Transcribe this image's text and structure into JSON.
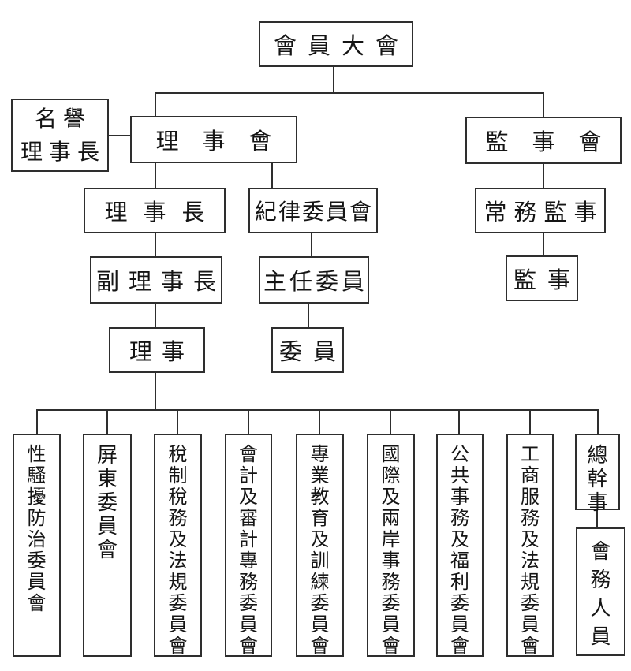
{
  "org_chart": {
    "root": {
      "label": "會員大會"
    },
    "honorary_chairman": {
      "line1": "名譽",
      "line2": "理事長"
    },
    "board_of_directors": {
      "label": "理事會"
    },
    "board_of_supervisors": {
      "label": "監事會"
    },
    "chairman": {
      "label": "理事長"
    },
    "discipline_committee": {
      "label": "紀律委員會"
    },
    "standing_supervisor": {
      "label": "常務監事"
    },
    "vice_chairman": {
      "label": "副理事長"
    },
    "chief_commissioner": {
      "label": "主任委員"
    },
    "supervisor": {
      "label": "監事"
    },
    "director": {
      "label": "理事"
    },
    "commissioner": {
      "label": "委員"
    },
    "committees": [
      {
        "label": "性騷擾防治委員會"
      },
      {
        "label": "屏東委員會"
      },
      {
        "label": "稅制稅務及法規委員會"
      },
      {
        "label": "會計及審計專務委員會"
      },
      {
        "label": "專業教育及訓練委員會"
      },
      {
        "label": "國際及兩岸事務委員會"
      },
      {
        "label": "公共事務及福利委員會"
      },
      {
        "label": "工商服務及法規委員會"
      }
    ],
    "secretary_general": {
      "label": "總幹事"
    },
    "staff": {
      "label": "會務人員"
    }
  },
  "colors": {
    "line": "#2e2e2e",
    "text": "#151515",
    "background": "#ffffff"
  }
}
